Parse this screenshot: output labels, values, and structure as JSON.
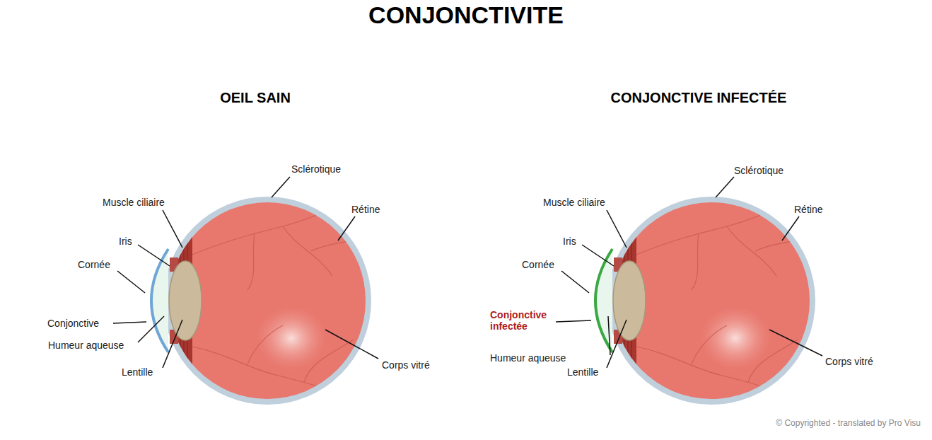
{
  "diagram": {
    "title": "CONJONCTIVITE",
    "labels": [
      "OEIL SAIN",
      "CONJONCTIVE INFECTÉE",
      "Sclérotique",
      "Muscle ciliaire",
      "Rétine",
      "Iris",
      "Cornée",
      "Conjonctive",
      "Humeur aqueuse",
      "Lentille",
      "Corps vitré",
      "Sclérotique",
      "Muscle ciliaire",
      "Rétine",
      "Iris",
      "Cornée",
      "Conjonctive infectée",
      "Humeur aqueuse",
      "Lentille",
      "Corps vitré",
      "© Copyrighted - translated by Pro Visu"
    ]
  }
}
